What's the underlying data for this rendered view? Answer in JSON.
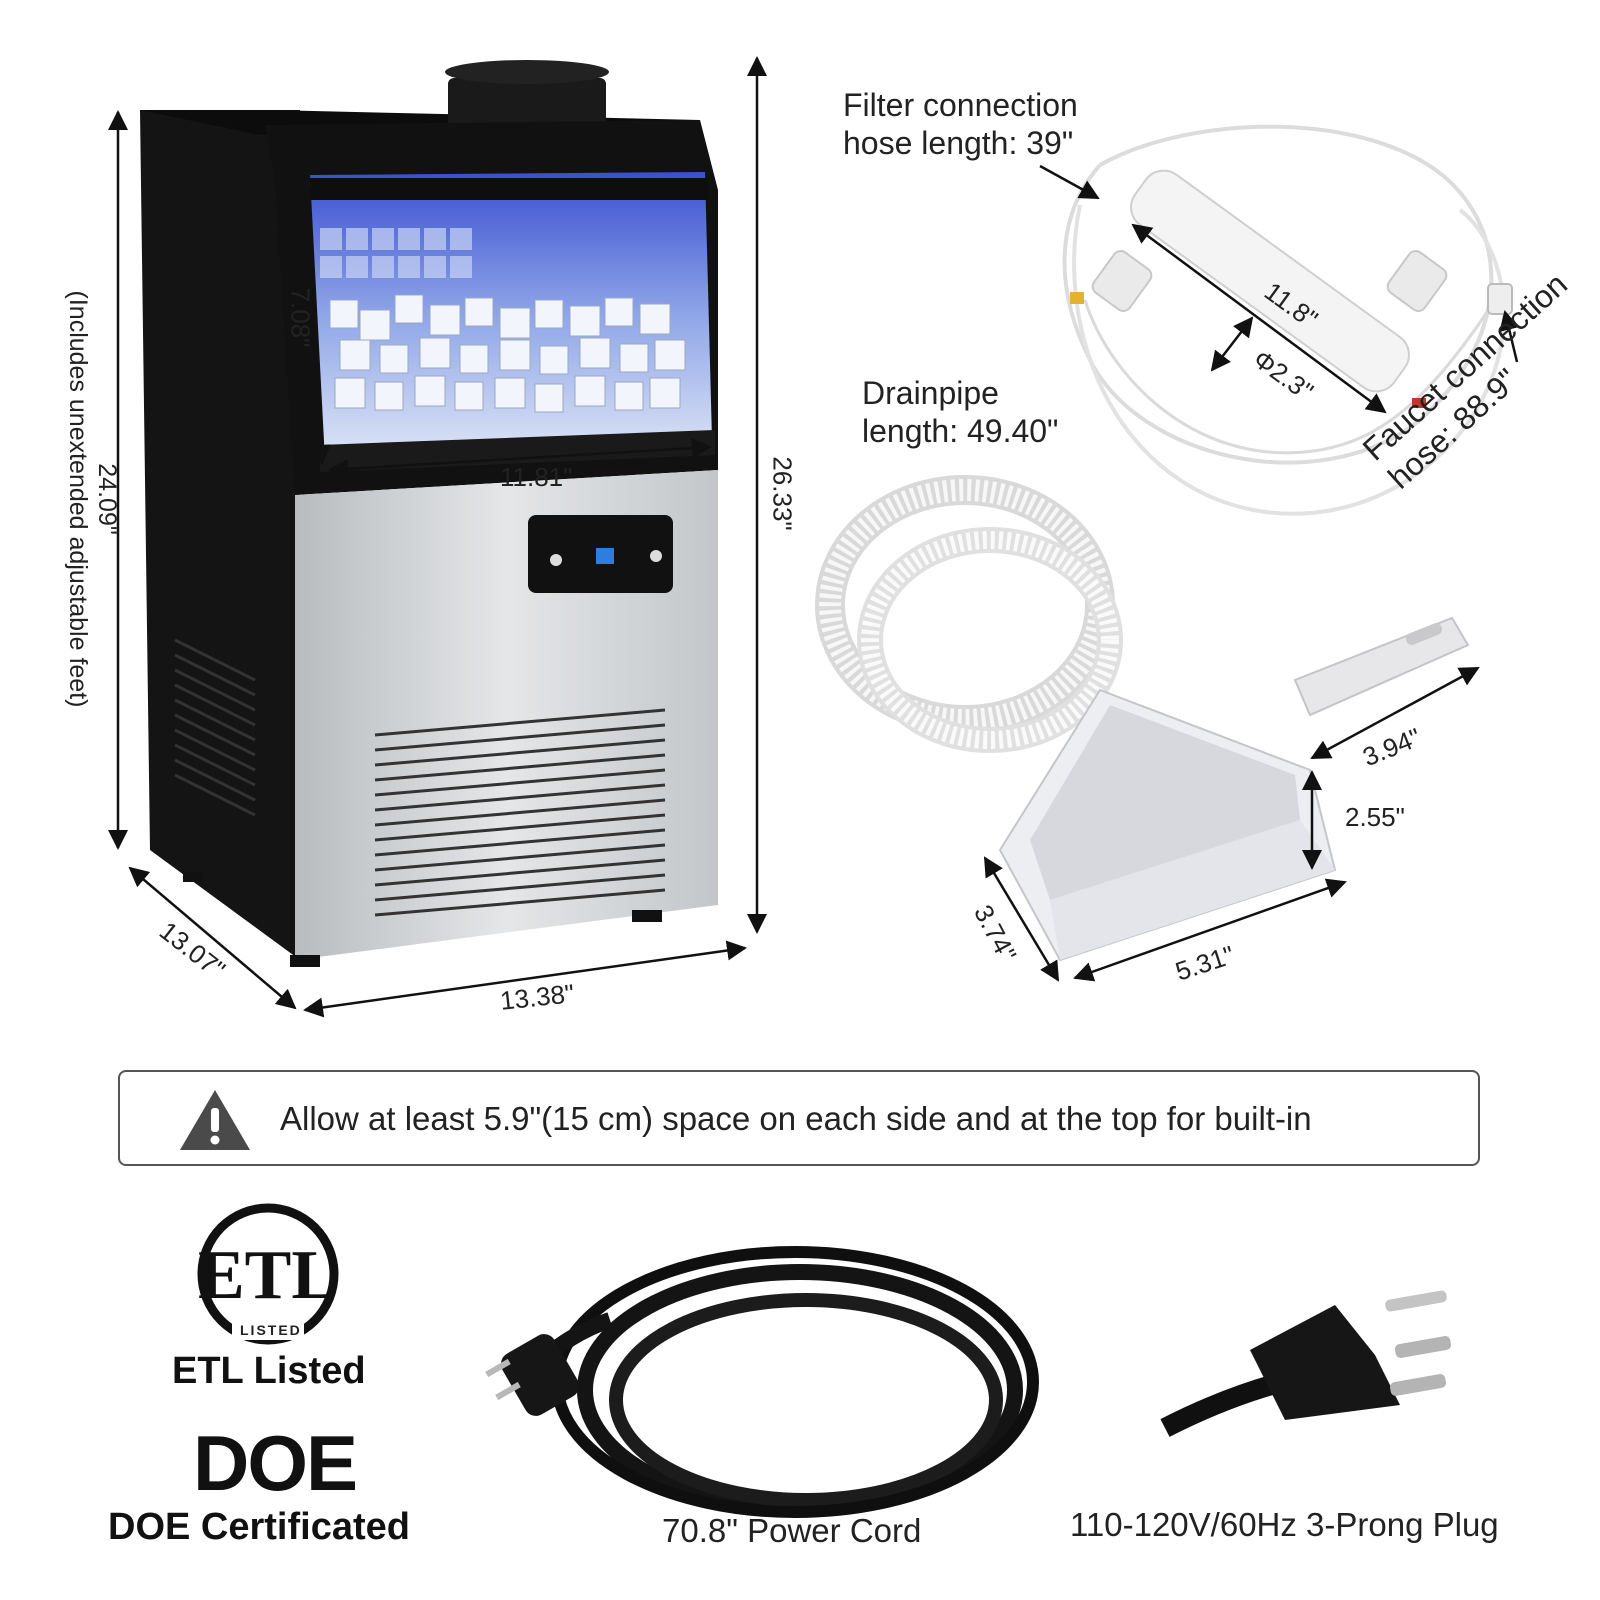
{
  "dimensions": {
    "height_unit": "24.09\"",
    "height_note": "(Includes unextended adjustable feet)",
    "height_total": "26.33\"",
    "window_height": "7.08\"",
    "window_width": "11.81\"",
    "depth": "13.07\"",
    "width": "13.38\""
  },
  "filter": {
    "hose_label": "Filter connection\nhose length: 39\"",
    "length": "11.8\"",
    "diameter": "Φ2.3\"",
    "faucet_label": "Faucet connection\nhose: 88.9\""
  },
  "drainpipe": {
    "label": "Drainpipe\nlength: 49.40\""
  },
  "scoop": {
    "handle": "3.94\"",
    "height": "2.55\"",
    "depth": "3.74\"",
    "length": "5.31\""
  },
  "notice": {
    "text": "Allow at least 5.9\"(15 cm) space on each side and at the top for built-in",
    "icon": "warning-triangle-icon"
  },
  "certs": {
    "etl_logo_text": "LISTED",
    "etl_label": "ETL Listed",
    "doe_logo": "DOE",
    "doe_label": "DOE Certificated"
  },
  "power": {
    "cord_label": "70.8\" Power Cord",
    "plug_label": "110-120V/60Hz 3-Prong Plug"
  }
}
